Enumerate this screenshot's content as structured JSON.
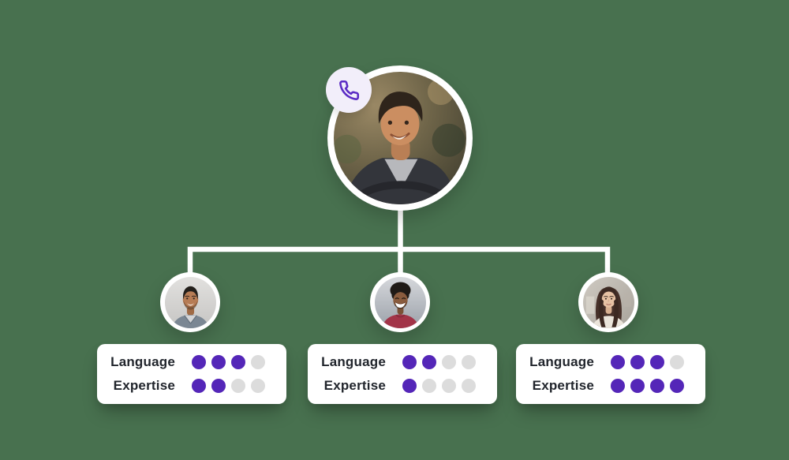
{
  "colors": {
    "background": "#48714F",
    "connector": "#FFFFFF",
    "card_bg": "#FFFFFF",
    "label_text": "#21252C",
    "dot_filled": "#5426B8",
    "dot_empty": "#DCDCDC",
    "badge_bg": "#F2EEFA",
    "phone_icon": "#5B2BC4"
  },
  "root": {
    "photo": "smiling-young-man-outdoor-portrait",
    "badge_icon": "phone-icon"
  },
  "agents": [
    {
      "photo": "man-short-dark-hair-beard-gray-shirt",
      "skills": [
        {
          "label": "Language",
          "filled": 3,
          "total": 4
        },
        {
          "label": "Expertise",
          "filled": 2,
          "total": 4
        }
      ]
    },
    {
      "photo": "man-afro-hair-red-shirt-smiling",
      "skills": [
        {
          "label": "Language",
          "filled": 2,
          "total": 4
        },
        {
          "label": "Expertise",
          "filled": 1,
          "total": 4
        }
      ]
    },
    {
      "photo": "woman-long-brown-hair-cream-top",
      "skills": [
        {
          "label": "Language",
          "filled": 3,
          "total": 4
        },
        {
          "label": "Expertise",
          "filled": 4,
          "total": 4
        }
      ]
    }
  ]
}
